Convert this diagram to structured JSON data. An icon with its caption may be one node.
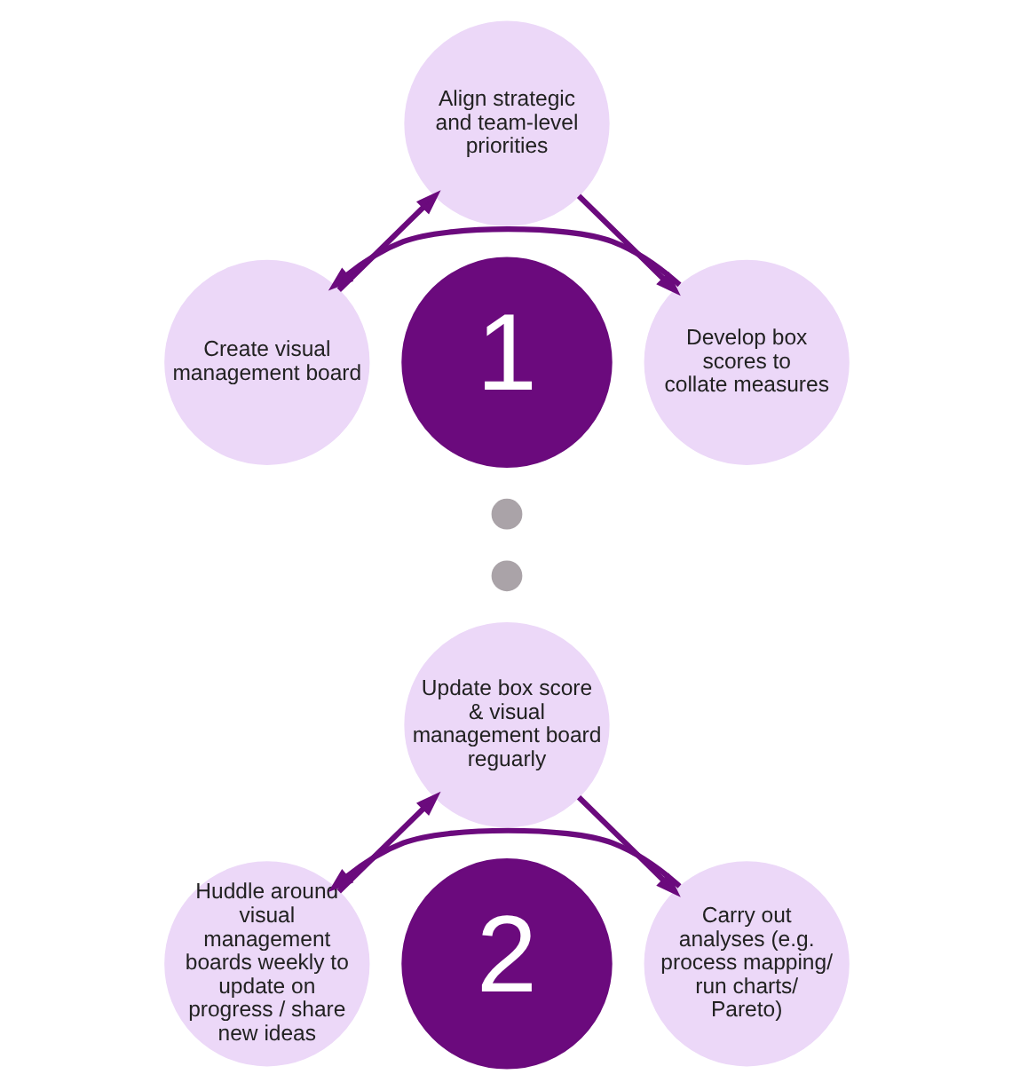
{
  "diagram": {
    "nodes": [
      {
        "text": [
          "Align strategic and team-level priorities"
        ]
      },
      {
        "text": [
          "1"
        ]
      },
      {
        "text": [
          "Create visual management board"
        ]
      },
      {
        "text": [
          "Develop box scores to collate measures"
        ]
      },
      {
        "text": [],
        "shape": "circle"
      },
      {
        "text": [],
        "shape": "circle"
      },
      {
        "text": [
          "Update box score & visual management board reguarly"
        ]
      },
      {
        "text": [
          "2"
        ]
      },
      {
        "text": [
          "Huddle around visual management boards weekly to update on progress / share new ideas"
        ]
      },
      {
        "text": [
          "Carry out analyses (e.g. process mapping/ run charts/ Pareto)"
        ]
      }
    ],
    "edges": [
      {
        "from": 2,
        "to": 0,
        "arrow": "to"
      },
      {
        "from": 0,
        "to": 3,
        "arrow": "to"
      },
      {
        "from": 3,
        "to": 2,
        "arrow": "to"
      },
      {
        "from": 8,
        "to": 6,
        "arrow": "to"
      },
      {
        "from": 6,
        "to": 9,
        "arrow": "to"
      },
      {
        "from": 9,
        "to": 8,
        "arrow": "to"
      }
    ]
  }
}
